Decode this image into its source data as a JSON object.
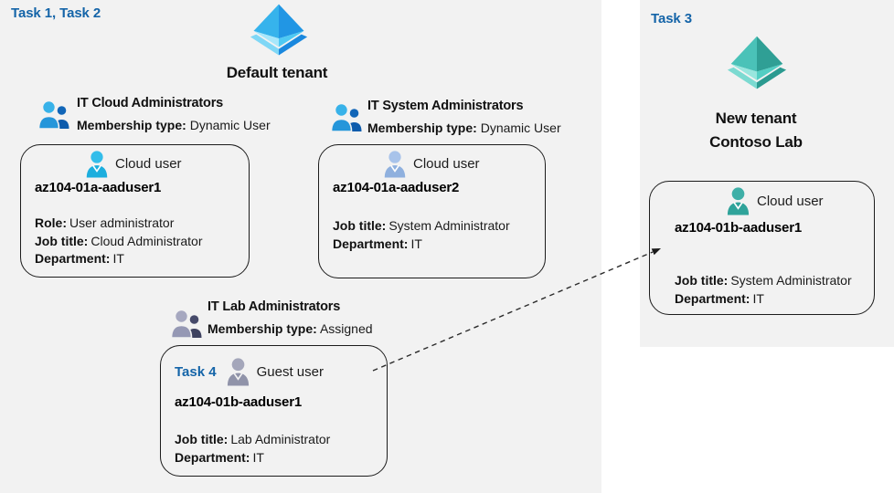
{
  "colors": {
    "panel_background": "#f2f2f2",
    "task_label_blue": "#1464a8",
    "card_border": "#1c1c1c",
    "azure_tenant_blue": "#2aa3e8",
    "new_tenant_teal": "#3cb9ae",
    "group_icon_blue": "#2d9fe0",
    "group_icon_gray": "#9a9db8",
    "cloud_user_cyan": "#25b3e3",
    "cloud_user_light_blue": "#8fadd9",
    "guest_user_gray": "#9598ac",
    "cloud_user_teal": "#37aaa1"
  },
  "left_panel": {
    "task_label": "Task 1, Task 2",
    "tenant_icon": "azure-ad-tenant-icon-blue",
    "tenant_name": "Default tenant",
    "groups": [
      {
        "icon": "group-people-icon-blue",
        "title": "IT Cloud Administrators",
        "membership_label": "Membership type:",
        "membership_value": "Dynamic User"
      },
      {
        "icon": "group-people-icon-blue",
        "title": "IT System Administrators",
        "membership_label": "Membership type:",
        "membership_value": "Dynamic User"
      },
      {
        "icon": "group-people-icon-gray",
        "title": "IT Lab Administrators",
        "membership_label": "Membership type:",
        "membership_value": "Assigned"
      }
    ],
    "cards": [
      {
        "user_icon": "cloud-user-icon-cyan",
        "user_type": "Cloud user",
        "name": "az104-01a-aaduser1",
        "attributes": [
          {
            "label": "Role:",
            "value": "User administrator"
          },
          {
            "label": "Job title:",
            "value": "Cloud Administrator"
          },
          {
            "label": "Department:",
            "value": "IT"
          }
        ]
      },
      {
        "user_icon": "cloud-user-icon-light-blue",
        "user_type": "Cloud user",
        "name": "az104-01a-aaduser2",
        "attributes": [
          {
            "label": "Job title:",
            "value": "System Administrator"
          },
          {
            "label": "Department:",
            "value": "IT"
          }
        ]
      },
      {
        "task_label": "Task 4",
        "user_icon": "guest-user-icon-gray",
        "user_type": "Guest user",
        "name": "az104-01b-aaduser1",
        "attributes": [
          {
            "label": "Job title:",
            "value": "Lab Administrator"
          },
          {
            "label": "Department:",
            "value": "IT"
          }
        ]
      }
    ]
  },
  "right_panel": {
    "task_label": "Task 3",
    "tenant_icon": "azure-ad-tenant-icon-teal",
    "tenant_name_line1": "New  tenant",
    "tenant_name_line2": "Contoso Lab",
    "card": {
      "user_icon": "cloud-user-icon-teal",
      "user_type": "Cloud user",
      "name": "az104-01b-aaduser1",
      "attributes": [
        {
          "label": "Job title:",
          "value": "System Administrator"
        },
        {
          "label": "Department:",
          "value": "IT"
        }
      ]
    }
  },
  "arrow": {
    "type": "dashed-arrow",
    "from": "guest-user-card",
    "to": "new-tenant-cloud-user-card"
  }
}
